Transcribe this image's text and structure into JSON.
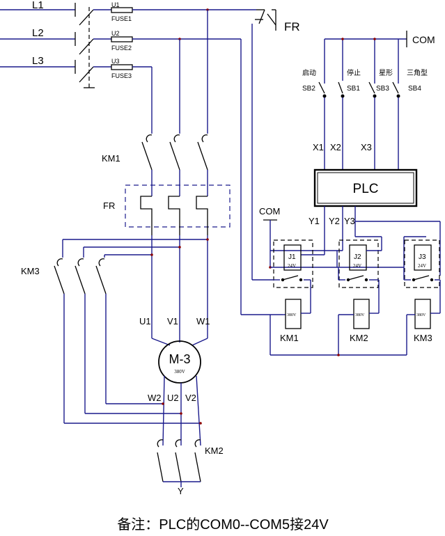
{
  "lines": {
    "l1": "L1",
    "l2": "L2",
    "l3": "L3"
  },
  "fuses": [
    {
      "u": "U1",
      "name": "FUSE1"
    },
    {
      "u": "U2",
      "name": "FUSE2"
    },
    {
      "u": "U3",
      "name": "FUSE3"
    }
  ],
  "fr_top": "FR",
  "fr_mid": "FR",
  "com_top": "COM",
  "com_left": "COM",
  "buttons": [
    {
      "label": "启动",
      "id": "SB2"
    },
    {
      "label": "停止",
      "id": "SB1"
    },
    {
      "label": "星形",
      "id": "SB3"
    },
    {
      "label": "三角型",
      "id": "SB4"
    }
  ],
  "inputs": {
    "x1": "X1",
    "x2": "X2",
    "x3": "X3"
  },
  "plc": "PLC",
  "outputs": {
    "y1": "Y1",
    "y2": "Y2",
    "y3": "Y3"
  },
  "relays": [
    {
      "name": "J1",
      "volt": "24V"
    },
    {
      "name": "J2",
      "volt": "24V"
    },
    {
      "name": "J3",
      "volt": "24V"
    }
  ],
  "coils": [
    {
      "volt": "380V",
      "name": "KM1"
    },
    {
      "volt": "380V",
      "name": "KM2"
    },
    {
      "volt": "380V",
      "name": "KM3"
    }
  ],
  "km1": "KM1",
  "km2": "KM2",
  "km3": "KM3",
  "motor": {
    "name": "M-3",
    "volt": "380V"
  },
  "terminals_top": {
    "u1": "U1",
    "v1": "V1",
    "w1": "W1"
  },
  "terminals_bottom": {
    "w2": "W2",
    "u2": "U2",
    "v2": "V2"
  },
  "star_point": "Y",
  "note": "备注：PLC的COM0--COM5接24V"
}
